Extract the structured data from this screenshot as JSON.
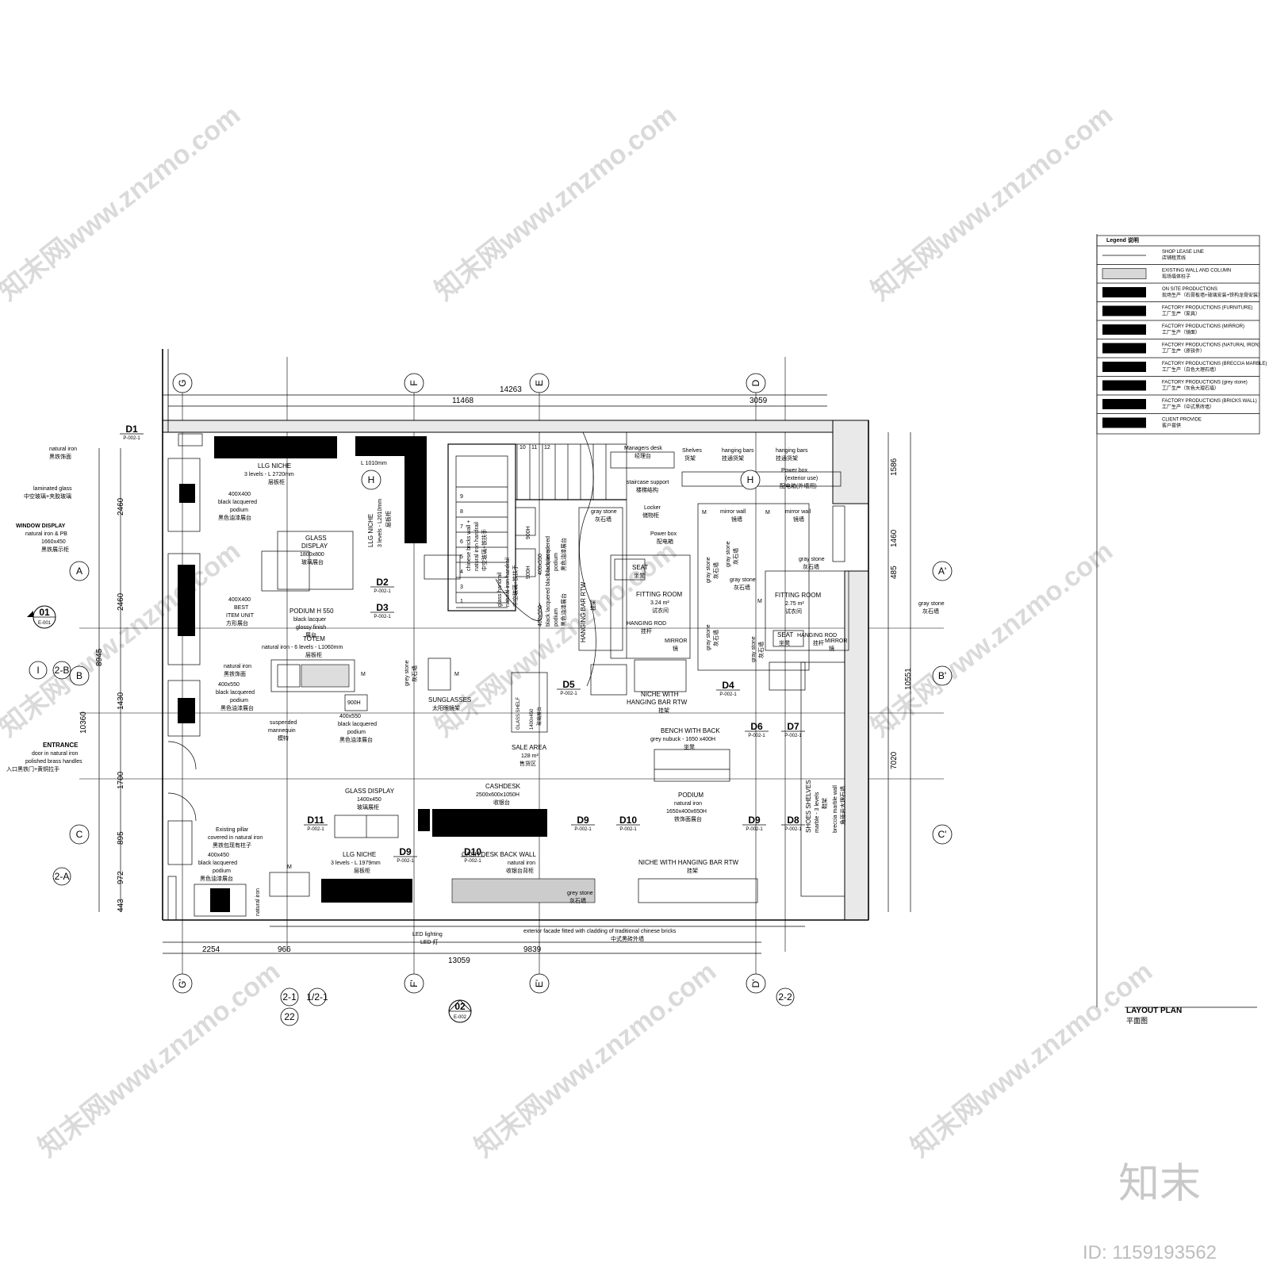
{
  "watermark": {
    "text": "知末网www.znzmo.com",
    "logo": "知末",
    "id_label": "ID: 1159193562"
  },
  "drawing": {
    "title": "LAYOUT PLAN",
    "title_cn": "平面图"
  },
  "legend": {
    "title": "Legend 说明",
    "items": [
      {
        "en": "SHOP LEASE LINE",
        "cn": "店铺租赁线"
      },
      {
        "en": "EXISTING WALL AND COLUMN",
        "cn": "现场墙体柱子"
      },
      {
        "en": "ON SITE PRODUCTIONS",
        "cn": "现场生产（石膏板墙+玻璃安装+铁构龙骨安装）"
      },
      {
        "en": "FACTORY PRODUCTIONS (FURNITURE)",
        "cn": "工厂生产（家具）"
      },
      {
        "en": "FACTORY PRODUCTIONS (MIRROR)",
        "cn": "工厂生产（镜面）"
      },
      {
        "en": "FACTORY PRODUCTIONS (NATURAL IRON)",
        "cn": "工厂生产（原铁件）"
      },
      {
        "en": "FACTORY PRODUCTIONS (BRECCIA MARBLE)",
        "cn": "工厂生产（白色大理石墙）"
      },
      {
        "en": "FACTORY PRODUCTIONS (grey stone)",
        "cn": "工厂生产（灰色大理石墙）"
      },
      {
        "en": "FACTORY PRODUCTIONS (BRICKS WALL)",
        "cn": "工厂生产（中式黑砖墙）"
      },
      {
        "en": "CLIENT PROVIDE",
        "cn": "客户提供"
      }
    ]
  },
  "grid_labels": {
    "top": [
      "G",
      "F",
      "E",
      "D"
    ],
    "bottom": [
      "G'",
      "F'",
      "E'",
      "D'"
    ],
    "left": [
      "A",
      "B",
      "C"
    ],
    "right": [
      "A'",
      "B'",
      "C'"
    ],
    "h": "H",
    "misc": [
      "2-B",
      "I",
      "2-A",
      "2-1",
      "1/2-1",
      "22",
      "2-2"
    ]
  },
  "sections": [
    {
      "num": "01",
      "ref": "E-001"
    },
    {
      "num": "02",
      "ref": "E-002"
    }
  ],
  "details": {
    "ref": "P-002-1",
    "tags": [
      "D1",
      "D2",
      "D3",
      "D4",
      "D5",
      "D6",
      "D7",
      "D8",
      "D9",
      "D10",
      "D11",
      "D9",
      "D10",
      "D9"
    ]
  },
  "dimensions": {
    "top": [
      "14263",
      "11468",
      "3059"
    ],
    "bottom": [
      "2254",
      "966",
      "9839",
      "13059"
    ],
    "left_inner": [
      "2460",
      "2460",
      "1430",
      "1700",
      "895",
      "972",
      "443"
    ],
    "left_outer": [
      "8945",
      "10360"
    ],
    "right": [
      "1586",
      "1460",
      "485",
      "10551",
      "7020"
    ]
  },
  "labels": {
    "natural_iron_1": "natural iron",
    "natural_iron_1_cn": "黑铁饰面",
    "laminated_glass": "laminated glass",
    "laminated_glass_cn": "中空玻璃+夹胶玻璃",
    "window_display": "WINDOW DISPLAY",
    "window_display_2": "natural iron & PB",
    "window_display_3": "1660x450",
    "window_display_cn": "黑铁展示柜",
    "entrance": "ENTRANCE",
    "entrance_2": "door in natural iron",
    "entrance_3": "polished brass handles",
    "entrance_cn": "入口黑铁门+黄铜拉手",
    "llg_niche_top": "LLG NICHE",
    "llg_niche_top_2": "3 levels - L 2720mm",
    "llg_niche_top_cn": "层板柜",
    "l1010": "L 1010mm",
    "llg_niche_v": "LLG NICHE",
    "llg_niche_v_2": "3 levels - L2010mm",
    "llg_niche_v_cn": "层板柜",
    "podium_400x400": "400X400",
    "podium_400x400_2": "black lacquered",
    "podium_400x400_3": "podium",
    "podium_400x400_cn": "黑色油漆展台",
    "glass_display_top": "GLASS",
    "glass_display_top_2": "DISPLAY",
    "glass_display_top_3": "1800x800",
    "glass_display_top_cn": "玻璃展台",
    "best_item": "400X400",
    "best_item_2": "BEST",
    "best_item_3": "ITEM UNIT",
    "best_item_cn": "方形展台",
    "podium_h550": "PODIUM H 550",
    "podium_h550_2": "black lacquer",
    "podium_h550_3": "glossy finish",
    "podium_h550_cn": "展台",
    "totem": "TOTEM",
    "totem_2": "natural iron - 6 levels - L1060mm",
    "totem_cn": "层板柜",
    "natural_iron_2": "natural iron",
    "natural_iron_2_cn": "黑铁饰面",
    "podium_400x550": "400x550",
    "podium_400x550_2": "black lacquered",
    "podium_400x550_3": "podium",
    "podium_400x550_cn": "黑色油漆展台",
    "mannequin": "suspended",
    "mannequin_2": "mannequin",
    "mannequin_cn": "模特",
    "h900": "900H",
    "podium_mid": "400x550",
    "podium_mid_2": "black lacquered",
    "podium_mid_3": "podium",
    "podium_mid_cn": "黑色油漆展台",
    "sunglasses": "SUNGLASSES",
    "sunglasses_cn": "太阳眼镜架",
    "glass_display_mid": "GLASS DISPLAY",
    "glass_display_mid_2": "1400x450",
    "glass_display_mid_cn": "玻璃展柜",
    "sale_area": "SALE AREA",
    "sale_area_2": "128 m²",
    "sale_area_cn": "售货区",
    "cashdesk": "CASHDESK",
    "cashdesk_2": "2500x600x1050H",
    "cashdesk_cn": "收银台",
    "glass_display_bot": "GLASS DISPLAY",
    "glass_display_bot_2": "1400x450",
    "glass_display_bot_cn": "玻璃展柜",
    "llg_niche_bot": "LLG NICHE",
    "llg_niche_bot_2": "3 levels - L 1979mm",
    "llg_niche_bot_cn": "层板柜",
    "cash_back": "CASH DESK BACK WALL",
    "cash_back_2": "natural iron",
    "cash_back_cn": "收银台背柜",
    "pillar": "Existing pillar",
    "pillar_2": "covered in natural iron",
    "pillar_cn": "黑铁包现有柱子",
    "podium_bot": "400x450",
    "podium_bot_2": "black lacquered",
    "podium_bot_3": "podium",
    "podium_bot_cn": "黑色油漆展台",
    "natural_iron_v": "natural iron",
    "niche_rtw_bot": "NICHE WITH HANGING BAR RTW",
    "niche_rtw_bot_cn": "挂架",
    "led": "LED lighting",
    "led_cn": "LED 灯",
    "facade": "exterior facade fitted with cladding of traditional chinese bricks",
    "facade_cn": "中式黑砖外墙",
    "bench": "BENCH WITH BACK",
    "bench_2": "grey nubuck - 1650 x400H",
    "bench_cn": "坐凳",
    "podium_iron": "PODIUM",
    "podium_iron_2": "natural iron",
    "podium_iron_3": "1650x400x650H",
    "podium_iron_cn": "铁饰面展台",
    "niche_rtw_mid": "NICHE WITH",
    "niche_rtw_mid_2": "HANGING BAR RTW",
    "niche_rtw_mid_cn": "挂架",
    "hanging_bar_rtw": "HANGING BAR RTW",
    "hanging_bar_rtw_cn": "挂架",
    "shoes_shelves": "SHOES SHELVES",
    "shoes_shelves_2": "marble - 3 levels",
    "shoes_shelves_cn": "鞋架",
    "breccia": "breccia marble wall",
    "breccia_cn": "角砾岩大理石墙",
    "managers_desk": "Managers desk",
    "managers_desk_cn": "经理台",
    "shelves": "Shelves",
    "shelves_cn": "货架",
    "hanging_bars_1": "hanging bars",
    "hanging_bars_1_cn": "挂通货架",
    "hanging_bars_2": "hanging bars",
    "hanging_bars_2_cn": "挂通货架",
    "power_box_ext": "Power box",
    "power_box_ext_2": "(exterior use)",
    "power_box_ext_cn": "配电箱(外墙用)",
    "staircase_support": "staircase support",
    "staircase_support_cn": "楼梯结构",
    "locker": "Locker",
    "locker_cn": "储物柜",
    "power_box": "Power box",
    "power_box_cn": "配电箱",
    "mirror_wall_1": "mirror wall",
    "mirror_wall_1_cn": "镜墙",
    "mirror_wall_2": "mirror wall",
    "mirror_wall_2_cn": "镜墙",
    "gray_stone_top": "gray stone",
    "gray_stone_top_cn": "灰石墙",
    "gray_stone_r": "gray stone",
    "gray_stone_r_cn": "灰石墙",
    "gray_stone_far": "gray stone",
    "gray_stone_far_cn": "灰石墙",
    "gray_stone_fit": "gray stone",
    "gray_stone_fit_cn": "灰石墙",
    "gray_stone_v1": "grey stone",
    "gray_stone_v1_cn": "灰石墙",
    "gray_stone_v2": "gray stone",
    "gray_stone_v2_cn": "灰石墙",
    "gray_stone_v3": "gray stone",
    "gray_stone_v3_cn": "灰石墙",
    "gray_stone_v4": "gray stone",
    "gray_stone_v4_cn": "灰石墙",
    "gray_stone_v5": "gray stone",
    "gray_stone_v5_cn": "灰石墙",
    "gray_stone_bot": "grey stone",
    "gray_stone_bot_cn": "灰石墙",
    "seat_1": "SEAT",
    "seat_1_cn": "坐凳",
    "fitting_1": "FITTING ROOM",
    "fitting_1_2": "3.24 m²",
    "fitting_1_cn": "试衣间",
    "hanging_rod_1": "HANGING ROD",
    "hanging_rod_1_cn": "挂杆",
    "mirror_1": "MIRROR",
    "mirror_1_cn": "镜",
    "fitting_2": "FITTING ROOM",
    "fitting_2_2": "2.75 m²",
    "fitting_2_cn": "试衣间",
    "seat_2": "SEAT",
    "seat_2_cn": "坐凳",
    "hanging_rod_2": "HANGING ROD",
    "hanging_rod_2_cn": "挂杆",
    "mirror_2": "MIRROR",
    "mirror_2_cn": "镜",
    "stair_display_1": "900H",
    "stair_display_2": "900H",
    "stair_podium": "400x550",
    "stair_podium_2": "black lacquered",
    "stair_podium_3": "podium",
    "stair_podium_cn": "黑色油漆展台",
    "stair_podium_b": "400x550",
    "stair_podium_b_2": "black lacquered black lacquered",
    "stair_podium_b_3": "podium",
    "stair_podium_b_cn": "黑色油漆展台",
    "glass_handrail": "glass handrail",
    "glass_handrail_2": "natural iron handrail",
    "glass_handrail_cn": "中空玻璃+铁扶手",
    "bricks": "chinese bricks wall +",
    "bricks_2": "natural iron handrail",
    "bricks_cn": "中空玻璃+铁扶手",
    "gray_pillar": "grey stone",
    "gray_pillar_cn": "灰石墙",
    "glass_shelf": "GLASS SHELF",
    "glass_shelf_2": "1400x450",
    "glass_shelf_cn": "玻璃展台",
    "m": "M",
    "steps": [
      "9",
      "8",
      "7",
      "6",
      "5",
      "4",
      "3",
      "2",
      "1",
      "10",
      "11",
      "12"
    ]
  }
}
